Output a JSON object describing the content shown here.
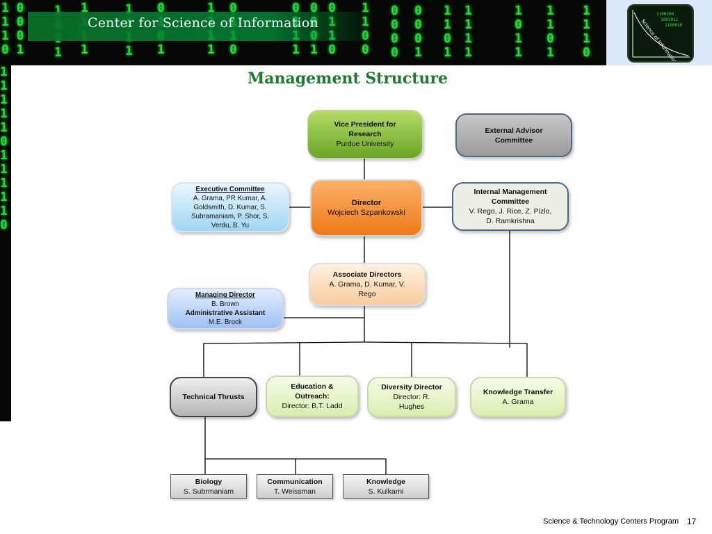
{
  "header": {
    "title": "Center for Science of Information",
    "logo_text": "Science of Information"
  },
  "slide": {
    "title": "Management Structure"
  },
  "boxes": {
    "vp": {
      "line1": "Vice President for",
      "line2": "Research",
      "line3": "Purdue University"
    },
    "external": {
      "line1": "External Advisor",
      "line2": "Committee"
    },
    "executive": {
      "title": "Executive Committee",
      "line1": "A. Grama, PR Kumar, A.",
      "line2": "Goldsmith, D. Kumar, S.",
      "line3": "Subramaniam, P. Shor, S.",
      "line4": "Verdu, B. Yu"
    },
    "director": {
      "title": "Director",
      "name": "Wojciech Szpankowski"
    },
    "internal": {
      "line1": "Internal Management",
      "line2": "Committee",
      "line3": "V. Rego, J. Rice, Z. Pizlo,",
      "line4": "D. Ramkrishna"
    },
    "associate": {
      "title": "Associate Directors",
      "line1": "A. Grama, D. Kumar, V.",
      "line2": "Rego"
    },
    "managing": {
      "title": "Managing  Director",
      "name": "B. Brown",
      "title2": "Administrative Assistant",
      "name2": "M.E. Brock"
    },
    "technical": {
      "title": "Technical Thrusts"
    },
    "education": {
      "line1": "Education &",
      "line2": "Outreach:",
      "line3": "Director: B.T. Ladd"
    },
    "diversity": {
      "title": "Diversity Director",
      "line1": "Director: R.",
      "line2": "Hughes"
    },
    "knowledge_transfer": {
      "title": "Knowledge Transfer",
      "name": "A. Grama"
    },
    "biology": {
      "title": "Biology",
      "name": "S. Subrmaniam"
    },
    "communication": {
      "title": "Communication",
      "name": "T. Weissman"
    },
    "knowledge": {
      "title": "Knowledge",
      "name": "S. Kulkarni"
    }
  },
  "footer": {
    "program": "Science & Technology Centers Program",
    "page_number": "17"
  },
  "colors": {
    "title_green": "#1f7a2e",
    "header_bg": "#050805",
    "matrix_green": "#2bd43f",
    "director_orange": "#ee7a15",
    "vp_green": "#6aa526"
  }
}
